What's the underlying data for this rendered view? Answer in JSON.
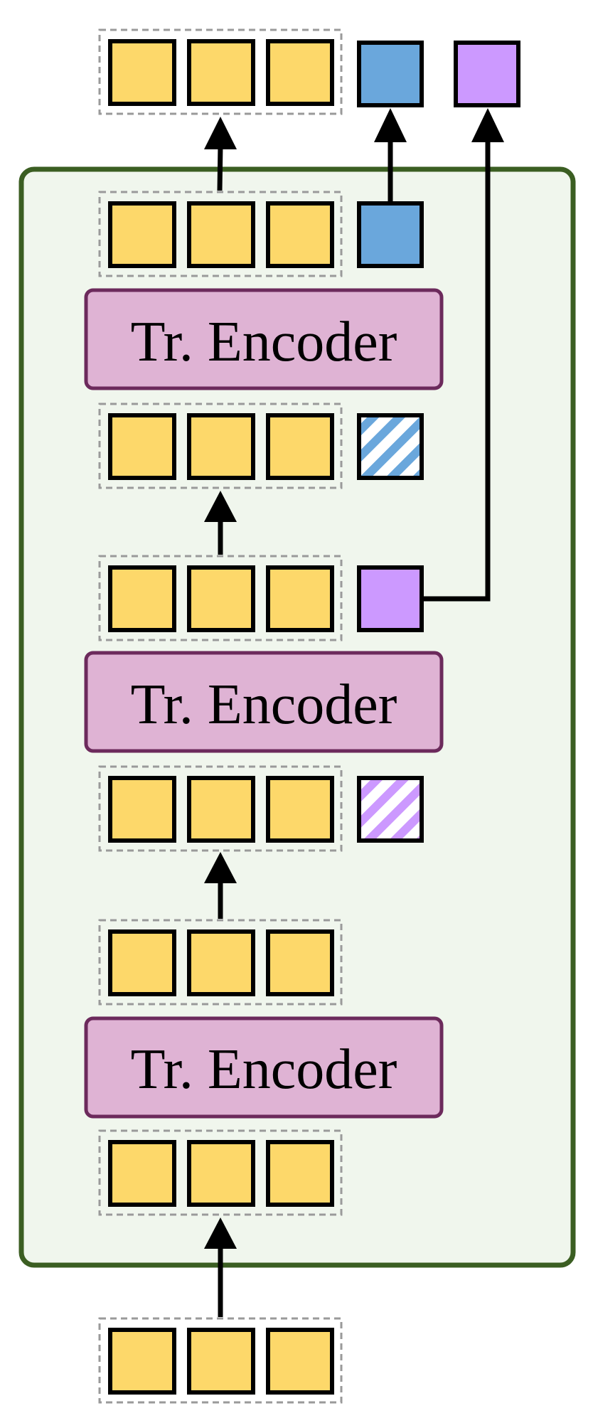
{
  "encoders": [
    {
      "label": "Tr. Encoder"
    },
    {
      "label": "Tr. Encoder"
    },
    {
      "label": "Tr. Encoder"
    }
  ],
  "colors": {
    "token": "#fdd86a",
    "token_blue": "#6aa7dc",
    "token_purple": "#cc99ff",
    "encoder_fill": "#dfb3d4",
    "encoder_stroke": "#6c2a5c",
    "block_fill": "#f0f6ed",
    "block_stroke": "#3b5e22",
    "group_stroke": "#9a9a9a",
    "arrow": "#000000"
  }
}
